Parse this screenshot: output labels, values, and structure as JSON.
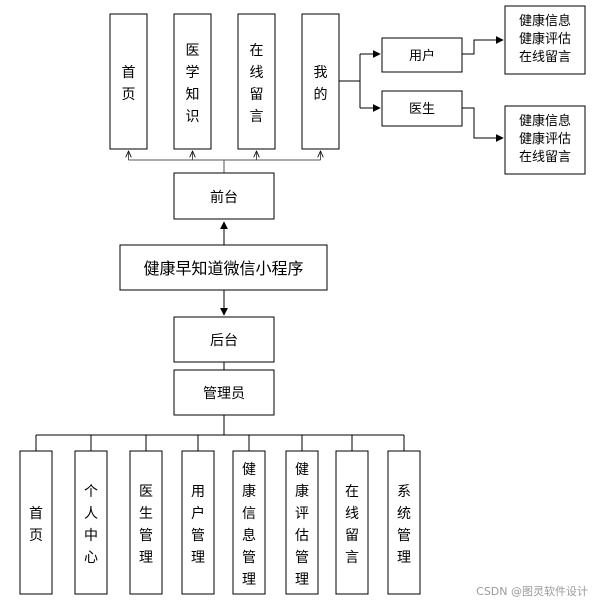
{
  "root": {
    "label": "健康早知道微信小程序"
  },
  "front": {
    "label": "前台",
    "modules": [
      {
        "label": "首页"
      },
      {
        "label": "医学知识"
      },
      {
        "label": "在线留言"
      },
      {
        "label": "我的"
      }
    ],
    "mine_branches": [
      {
        "label": "用户",
        "features": [
          "健康信息",
          "健康评估",
          "在线留言"
        ]
      },
      {
        "label": "医生",
        "features": [
          "健康信息",
          "健康评估",
          "在线留言"
        ]
      }
    ]
  },
  "back": {
    "label": "后台",
    "role": "管理员",
    "modules": [
      {
        "label": "首页"
      },
      {
        "label": "个人中心"
      },
      {
        "label": "医生管理"
      },
      {
        "label": "用户管理"
      },
      {
        "label": "健康信息管理"
      },
      {
        "label": "健康评估管理"
      },
      {
        "label": "在线留言"
      },
      {
        "label": "系统管理"
      }
    ]
  },
  "watermark": "CSDN @图灵软件设计"
}
